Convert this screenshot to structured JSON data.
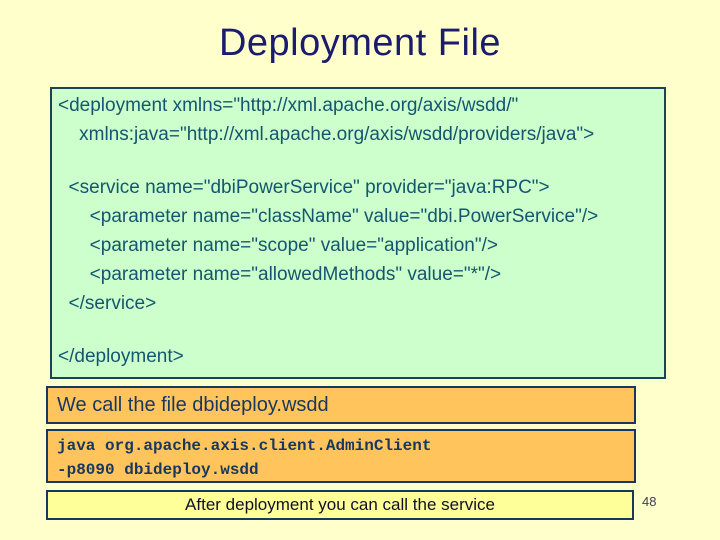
{
  "slide": {
    "title": "Deployment File",
    "page_number": "48"
  },
  "xml_box": {
    "lines": [
      "<deployment xmlns=\"http://xml.apache.org/axis/wsdd/\"",
      "    xmlns:java=\"http://xml.apache.org/axis/wsdd/providers/java\">",
      "",
      "  <service name=\"dbiPowerService\" provider=\"java:RPC\">",
      "      <parameter name=\"className\" value=\"dbi.PowerService\"/>",
      "      <parameter name=\"scope\" value=\"application\"/>",
      "      <parameter name=\"allowedMethods\" value=\"*\"/>",
      "  </service>",
      "",
      "</deployment>"
    ]
  },
  "file_note": {
    "text": "We call the file dbideploy.wsdd"
  },
  "command_box": {
    "lines": [
      "java org.apache.axis.client.AdminClient",
      "-p8090 dbideploy.wsdd"
    ]
  },
  "footer_note": {
    "text": "After deployment you can call the service"
  },
  "colors": {
    "background": "#FFFFCC",
    "title_text": "#1B1B6F",
    "code_box_bg": "#CCFFCC",
    "code_text": "#14566F",
    "highlight_box_bg": "#FFC55C",
    "box_border": "#17375E",
    "footer_box_bg": "#FFFF99",
    "dark_text": "#17375E",
    "page_number_text": "#3C4055"
  }
}
